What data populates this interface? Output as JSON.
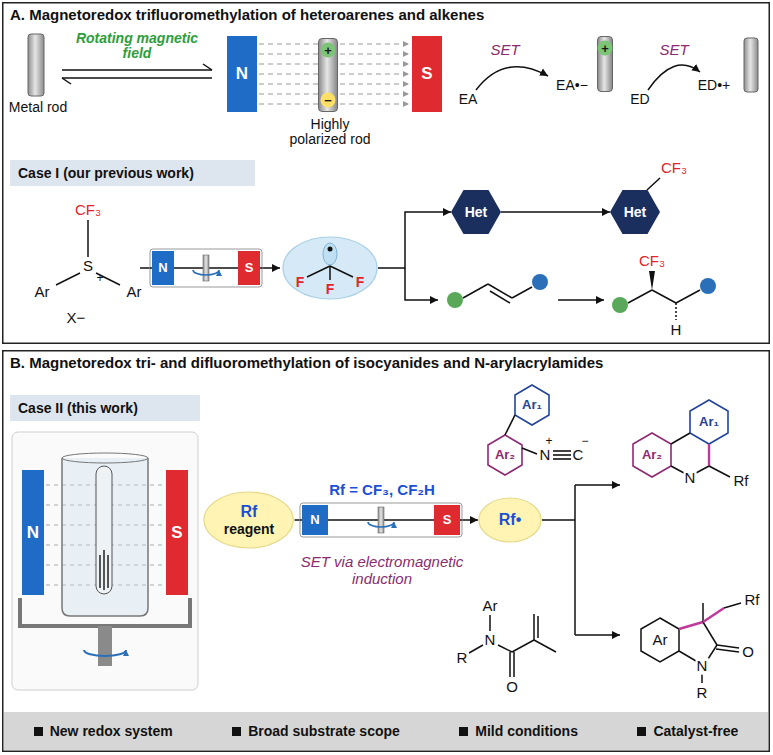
{
  "diagram": {
    "nodes": [
      {
        "text": [
          "A. Magnetoredox trifluoromethylation of heteroarenes and alkenes"
        ]
      },
      {
        "text": [
          "N"
        ],
        "in": 0
      },
      {
        "text": [
          "S"
        ],
        "in": 0
      },
      {
        "text": [
          "+",
          "−"
        ],
        "in": 0
      },
      {
        "text": [
          "+"
        ],
        "in": 0
      },
      {
        "text": [
          "Case I (our previous work)"
        ],
        "in": 0
      },
      {
        "text": [
          "N"
        ],
        "in": 0
      },
      {
        "text": [
          "S"
        ],
        "in": 0
      },
      {
        "text": [
          "F",
          "F",
          "F"
        ],
        "in": 0
      },
      {
        "text": [
          "Het"
        ],
        "in": 0
      },
      {
        "text": [
          "Het"
        ],
        "in": 0
      },
      {
        "text": [
          "B. Magnetoredox tri- and difluoromethylation of isocyanides and N-arylacrylamides"
        ]
      },
      {
        "text": [
          "Case II (this work)"
        ],
        "in": 11
      },
      {
        "text": [
          "N"
        ],
        "in": 11
      },
      {
        "text": [
          "S"
        ],
        "in": 11
      },
      {
        "text": [
          "Rf",
          "reagent"
        ],
        "in": 11
      },
      {
        "text": [
          "N"
        ],
        "in": 11
      },
      {
        "text": [
          "S"
        ],
        "in": 11
      },
      {
        "text": [
          "Rf•"
        ],
        "in": 11
      },
      {
        "text": [
          "New redox system",
          "Broad substrate scope",
          "Mild conditions",
          "Catalyst-free"
        ],
        "in": 11
      }
    ],
    "edges": [
      {
        "from": 8,
        "to": 9,
        "arrow": "to"
      },
      {
        "from": 9,
        "to": 10,
        "arrow": "to"
      },
      {
        "from": 15,
        "to": 18,
        "arrow": "to"
      }
    ],
    "labels": [
      "Rotating magnetic field",
      "Metal rod",
      "Highly polarized rod",
      "SET",
      "EA",
      "EA•−",
      "SET",
      "ED",
      "ED•+",
      "CF₃",
      "S",
      "+",
      "Ar",
      "Ar",
      "X−",
      "CF₃",
      "CF₃",
      "H",
      "Rf = CF₃, CF₂H",
      "SET via electromagnetic induction",
      "Ar₁",
      "Ar₂",
      "N",
      "+",
      "C",
      "−",
      "Ar₁",
      "Ar₂",
      "N",
      "Rf",
      "Ar",
      "R",
      "N",
      "O",
      "Ar",
      "N",
      "O",
      "R",
      "Rf"
    ]
  }
}
